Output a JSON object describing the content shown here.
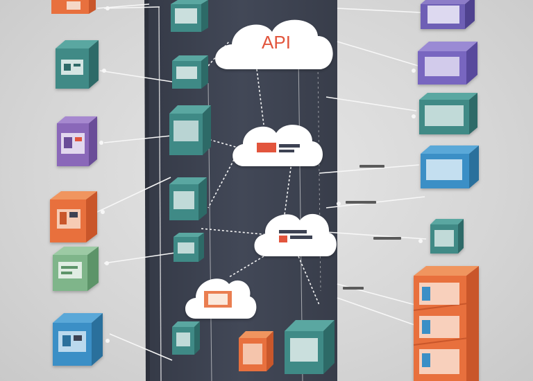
{
  "diagram": {
    "clouds": [
      {
        "id": "api",
        "text": "API"
      },
      {
        "id": "cloud-2",
        "text": ""
      },
      {
        "id": "cloud-3",
        "text": ""
      },
      {
        "id": "cloud-4",
        "text": ""
      }
    ]
  },
  "colors": {
    "tower": "#3d4352",
    "tower_side": "#2c303b",
    "api_text": "#e2553d",
    "cube_orange": "#e8703e",
    "cube_teal": "#3f8a86",
    "cube_purple": "#8a68b9",
    "cube_blue": "#3a8fc6",
    "cube_green": "#7fb58a",
    "connector": "#f5f5f5"
  }
}
